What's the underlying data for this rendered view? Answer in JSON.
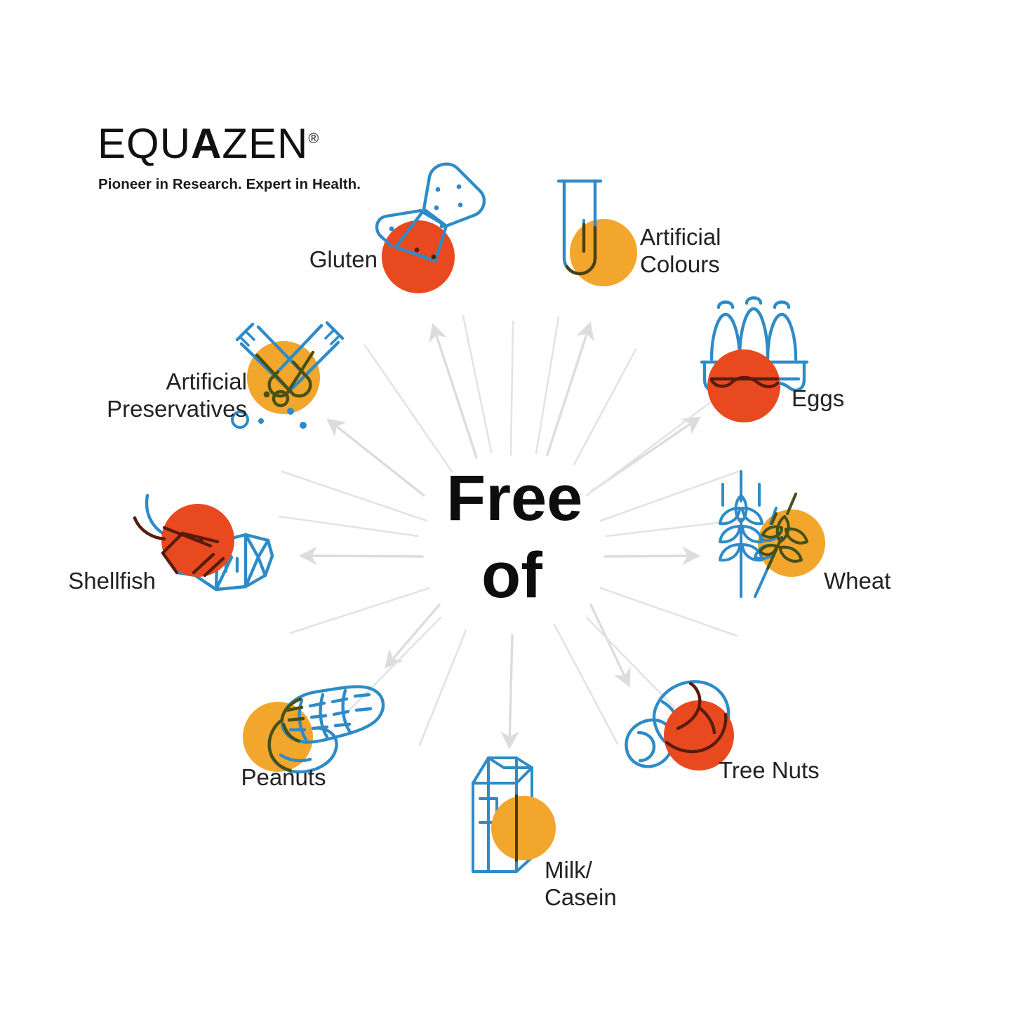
{
  "brand": {
    "name_part1": "EQU",
    "name_bold": "A",
    "name_part2": "ZEN",
    "registered": "®",
    "tagline": "Pioneer in Research. Expert in Health."
  },
  "center": {
    "line1": "Free",
    "line2": "of"
  },
  "colors": {
    "red_orange": "#E8491F",
    "yellow_orange": "#F2A62B",
    "icon_blue": "#2E8BC7",
    "arrow_gray": "#DCDCDC",
    "text": "#222222",
    "background": "#FFFFFF"
  },
  "items": [
    {
      "id": "gluten",
      "label": "Gluten",
      "icon": "bread-slice-icon",
      "blob": "red_orange",
      "angle_deg": -112
    },
    {
      "id": "artificial-colours",
      "label": "Artificial\nColours",
      "icon": "test-tube-icon",
      "blob": "yellow_orange",
      "angle_deg": -68
    },
    {
      "id": "eggs",
      "label": "Eggs",
      "icon": "egg-carton-icon",
      "blob": "red_orange",
      "angle_deg": -34
    },
    {
      "id": "wheat",
      "label": "Wheat",
      "icon": "wheat-stalk-icon",
      "blob": "yellow_orange",
      "angle_deg": 0
    },
    {
      "id": "tree-nuts",
      "label": "Tree Nuts",
      "icon": "walnut-icon",
      "blob": "red_orange",
      "angle_deg": 38
    },
    {
      "id": "milk-casein",
      "label": "Milk/\nCasein",
      "icon": "milk-carton-icon",
      "blob": "yellow_orange",
      "angle_deg": 90
    },
    {
      "id": "peanuts",
      "label": "Peanuts",
      "icon": "peanut-icon",
      "blob": "yellow_orange",
      "angle_deg": 142
    },
    {
      "id": "shellfish",
      "label": "Shellfish",
      "icon": "shrimp-icon",
      "blob": "red_orange",
      "angle_deg": 180
    },
    {
      "id": "artificial-preservatives",
      "label": "Artificial\nPreservatives",
      "icon": "crossed-test-tubes-icon",
      "blob": "yellow_orange",
      "angle_deg": -146
    }
  ]
}
